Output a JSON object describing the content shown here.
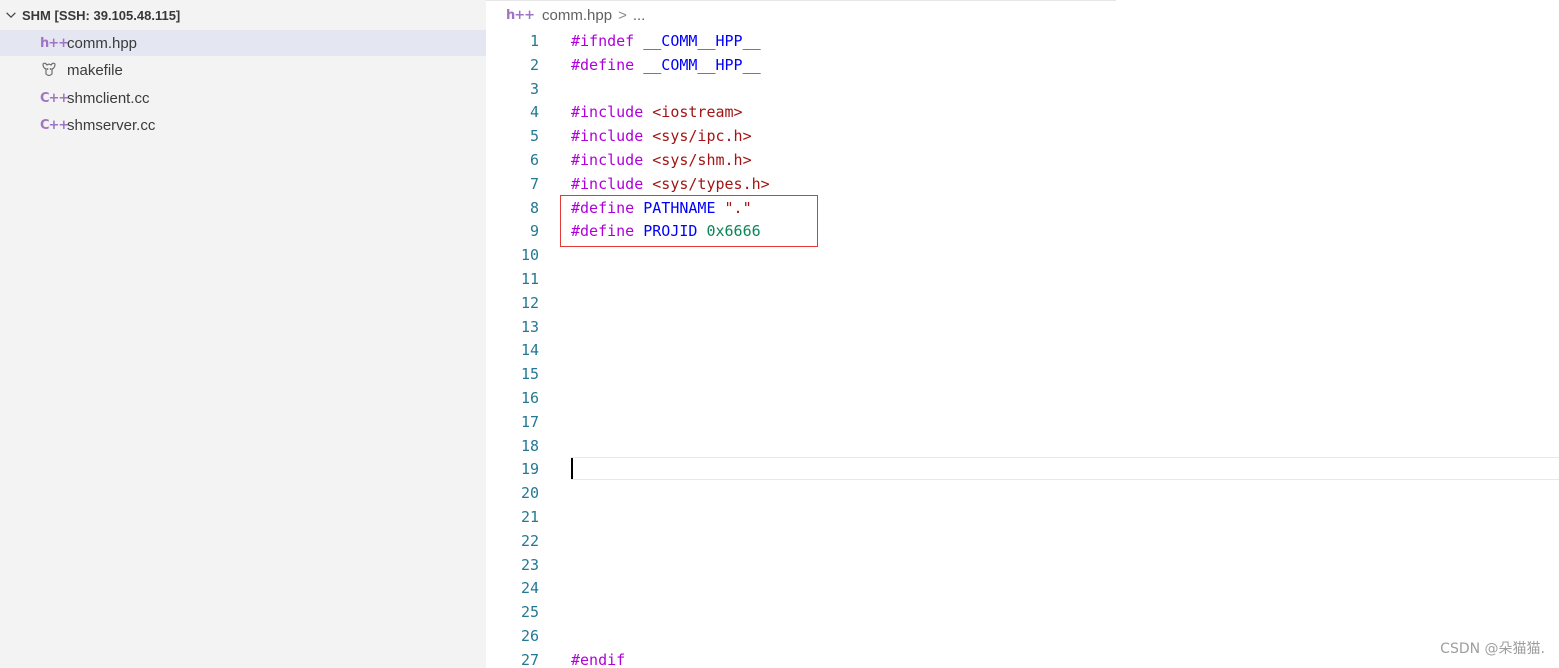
{
  "explorer": {
    "folder_label": "SHM [SSH: 39.105.48.115]",
    "files": [
      {
        "name": "comm.hpp",
        "icon": "h++",
        "icon_name": "hpp-file-icon",
        "selected": true
      },
      {
        "name": "makefile",
        "icon": "gnu",
        "icon_name": "makefile-icon",
        "selected": false
      },
      {
        "name": "shmclient.cc",
        "icon": "C++",
        "icon_name": "cpp-file-icon",
        "selected": false
      },
      {
        "name": "shmserver.cc",
        "icon": "C++",
        "icon_name": "cpp-file-icon",
        "selected": false
      }
    ]
  },
  "breadcrumb": {
    "icon": "h++",
    "file": "comm.hpp",
    "separator": ">",
    "ellipsis": "..."
  },
  "editor": {
    "cursor_line": 19,
    "highlighted_lines": [
      8,
      9
    ],
    "lines": [
      {
        "n": "1",
        "tokens": [
          {
            "t": "#ifndef ",
            "c": "kw-pp"
          },
          {
            "t": "__COMM__HPP__",
            "c": "kw-macro"
          }
        ]
      },
      {
        "n": "2",
        "tokens": [
          {
            "t": "#define ",
            "c": "kw-pp"
          },
          {
            "t": "__COMM__HPP__",
            "c": "kw-macro"
          }
        ]
      },
      {
        "n": "3",
        "tokens": []
      },
      {
        "n": "4",
        "tokens": [
          {
            "t": "#include ",
            "c": "kw-pp"
          },
          {
            "t": "<iostream>",
            "c": "kw-str"
          }
        ]
      },
      {
        "n": "5",
        "tokens": [
          {
            "t": "#include ",
            "c": "kw-pp"
          },
          {
            "t": "<sys/ipc.h>",
            "c": "kw-str"
          }
        ]
      },
      {
        "n": "6",
        "tokens": [
          {
            "t": "#include ",
            "c": "kw-pp"
          },
          {
            "t": "<sys/shm.h>",
            "c": "kw-str"
          }
        ]
      },
      {
        "n": "7",
        "tokens": [
          {
            "t": "#include ",
            "c": "kw-pp"
          },
          {
            "t": "<sys/types.h>",
            "c": "kw-str"
          }
        ]
      },
      {
        "n": "8",
        "tokens": [
          {
            "t": "#define ",
            "c": "kw-pp"
          },
          {
            "t": "PATHNAME ",
            "c": "kw-macro"
          },
          {
            "t": "\".\"",
            "c": "kw-str"
          }
        ]
      },
      {
        "n": "9",
        "tokens": [
          {
            "t": "#define ",
            "c": "kw-pp"
          },
          {
            "t": "PROJID ",
            "c": "kw-macro"
          },
          {
            "t": "0x6666",
            "c": "kw-num"
          }
        ]
      },
      {
        "n": "10",
        "tokens": []
      },
      {
        "n": "11",
        "tokens": []
      },
      {
        "n": "12",
        "tokens": []
      },
      {
        "n": "13",
        "tokens": []
      },
      {
        "n": "14",
        "tokens": []
      },
      {
        "n": "15",
        "tokens": []
      },
      {
        "n": "16",
        "tokens": []
      },
      {
        "n": "17",
        "tokens": []
      },
      {
        "n": "18",
        "tokens": []
      },
      {
        "n": "19",
        "tokens": []
      },
      {
        "n": "20",
        "tokens": []
      },
      {
        "n": "21",
        "tokens": []
      },
      {
        "n": "22",
        "tokens": []
      },
      {
        "n": "23",
        "tokens": []
      },
      {
        "n": "24",
        "tokens": []
      },
      {
        "n": "25",
        "tokens": []
      },
      {
        "n": "26",
        "tokens": []
      },
      {
        "n": "27",
        "tokens": [
          {
            "t": "#endif",
            "c": "kw-pp"
          }
        ]
      }
    ]
  },
  "colors": {
    "preprocessor": "#af00db",
    "macro": "#0000ff",
    "string": "#a31515",
    "number": "#098658",
    "line_number": "#237893",
    "highlight_box": "#e53935"
  },
  "watermark": "CSDN @朵猫猫."
}
